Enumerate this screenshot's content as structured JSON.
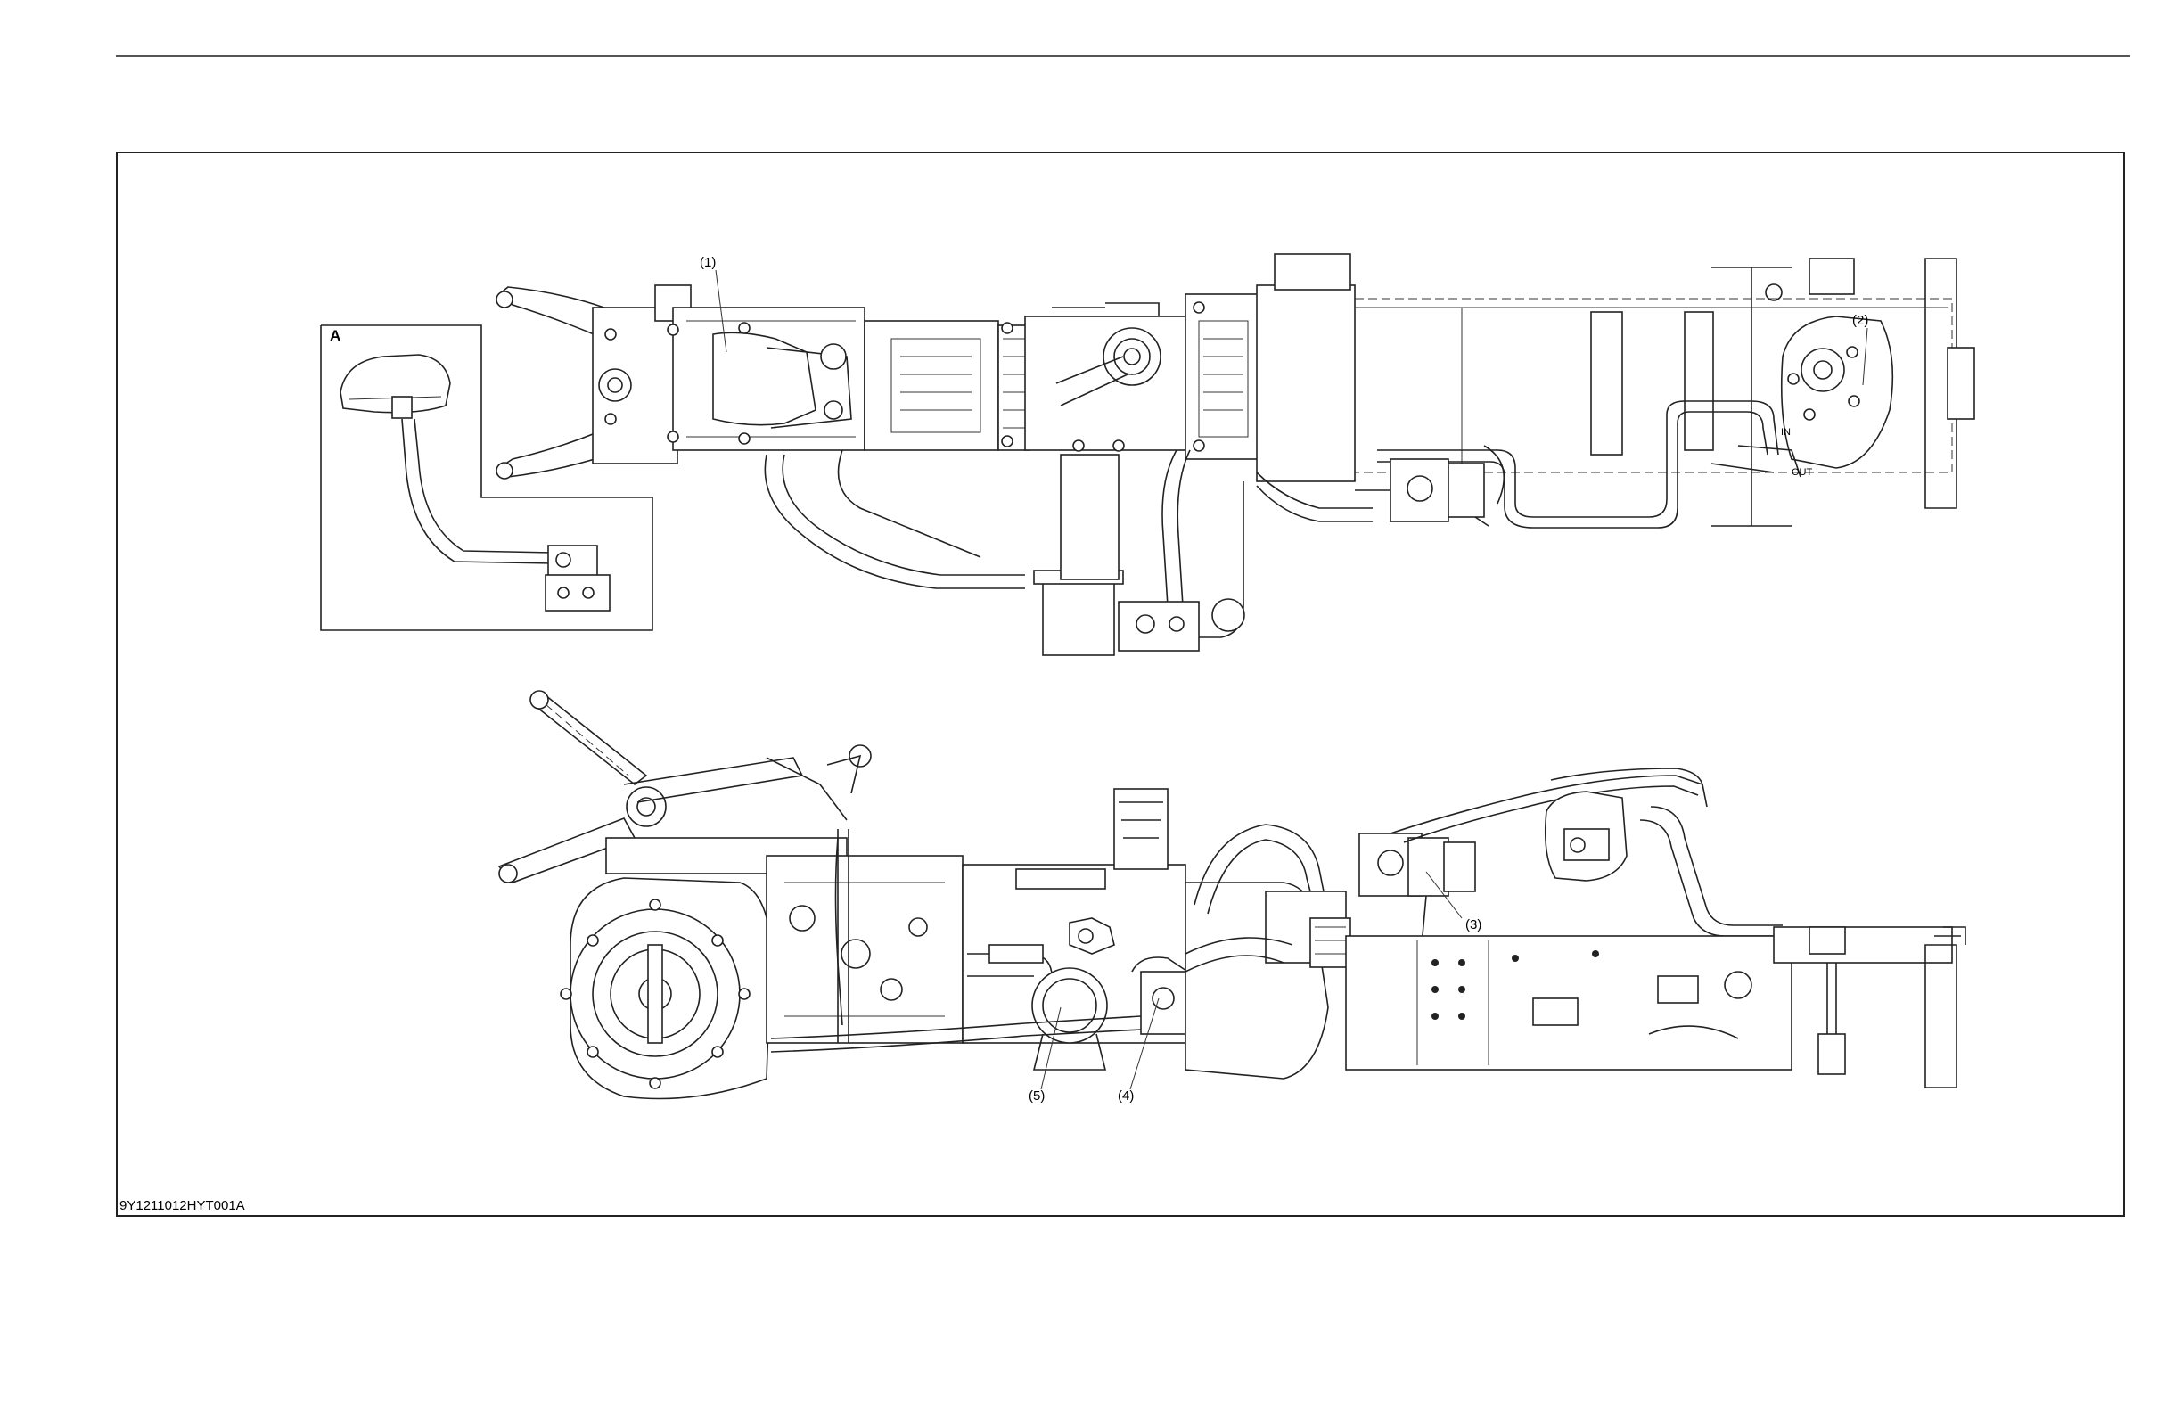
{
  "inset": {
    "label": "A"
  },
  "callouts": {
    "c1": "(1)",
    "c2": "(2)",
    "c3": "(3)",
    "c4": "(4)",
    "c5": "(5)",
    "port_in": "IN",
    "port_out": "OUT"
  },
  "figure": {
    "code": "9Y1211012HYT001A"
  }
}
